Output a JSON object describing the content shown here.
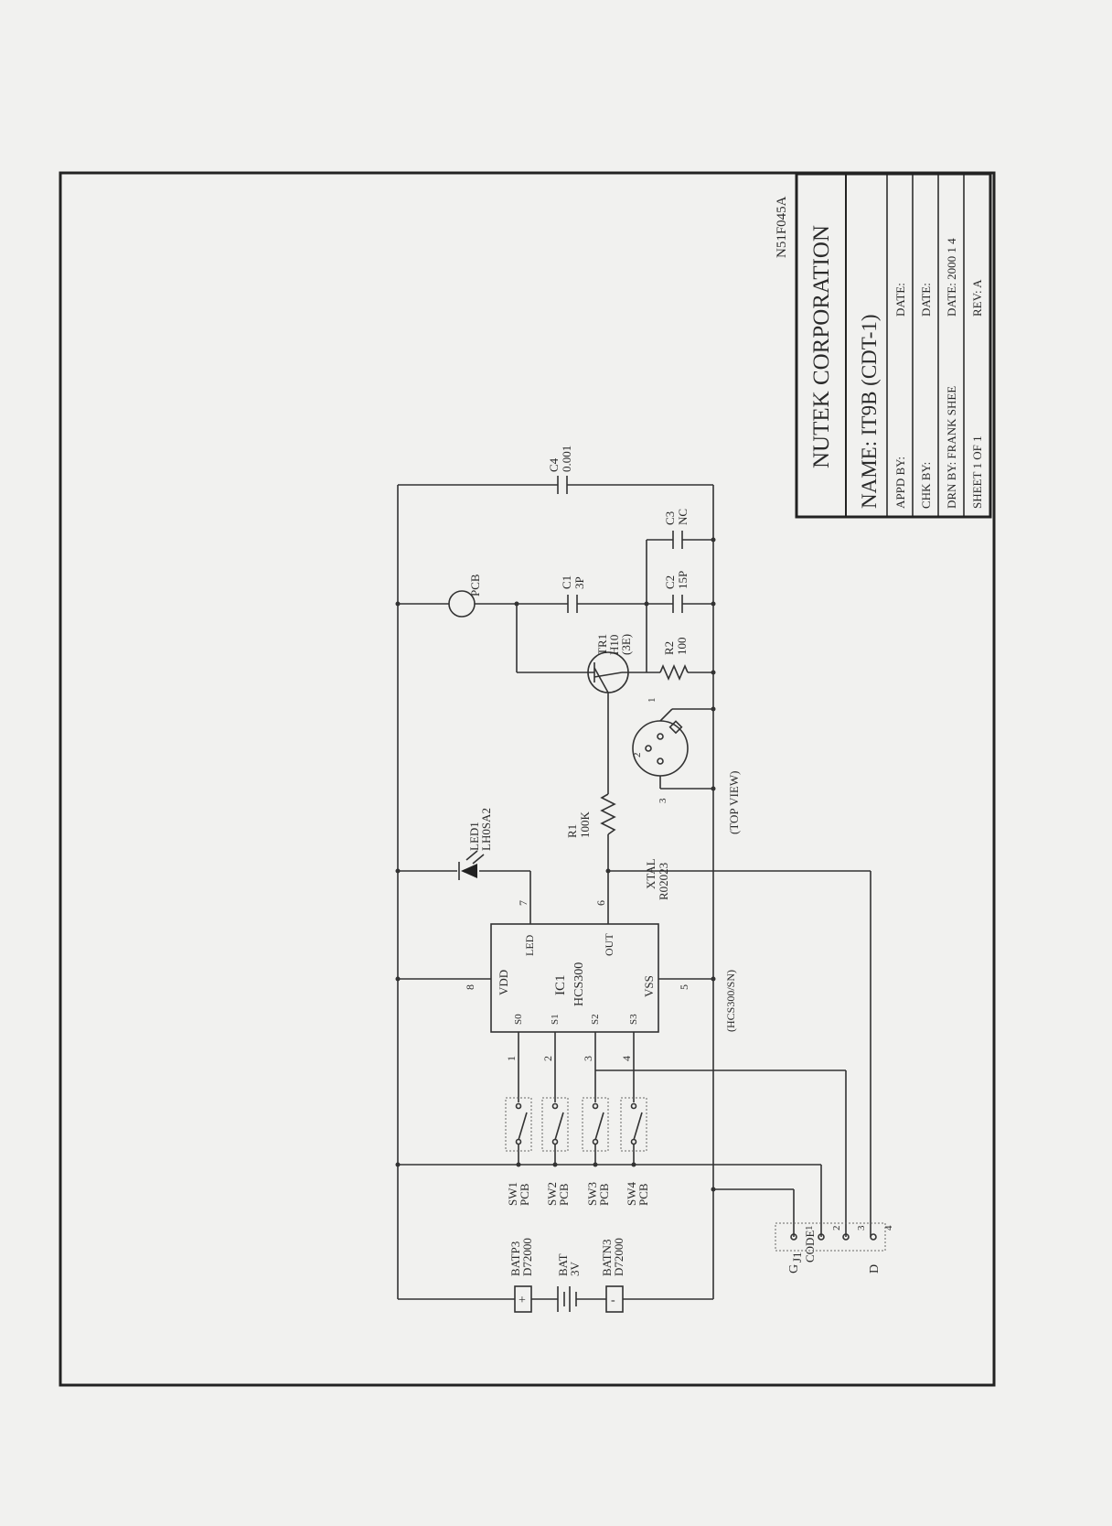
{
  "title_block": {
    "drawing_no": "N51F045A",
    "company": "NUTEK CORPORATION",
    "name": "NAME:  IT9B   (CDT-1)",
    "appd_by": "APPD BY:",
    "appd_date": "DATE:",
    "chk_by": "CHK BY:",
    "chk_date": "DATE:",
    "drn_by": "DRN BY:  FRANK SHEE",
    "drn_date": "DATE:  2000 1 4",
    "sheet": "SHEET  1    OF     1",
    "rev": "REV:    A"
  },
  "components": {
    "c4": {
      "ref": "C4",
      "value": "0.001"
    },
    "c3": {
      "ref": "C3",
      "value": "NC"
    },
    "c2": {
      "ref": "C2",
      "value": "15P"
    },
    "c1": {
      "ref": "C1",
      "value": "3P"
    },
    "pcb_antenna": "PCB",
    "tr1": {
      "ref": "TR1",
      "value": "H10",
      "extra": "(3E)"
    },
    "r2": {
      "ref": "R2",
      "value": "100"
    },
    "r1": {
      "ref": "R1",
      "value": "100K"
    },
    "xtal": {
      "ref": "XTAL",
      "value": "R02023",
      "pin1": "1",
      "pin2": "2",
      "pin3": "3",
      "note": "(TOP VIEW)"
    },
    "led1": {
      "ref": "LED1",
      "value": "LH0SA2"
    },
    "ic1": {
      "ref": "IC1",
      "value": "HCS300",
      "vdd": "VDD",
      "vss": "VSS",
      "led": "LED",
      "out": "OUT",
      "s0": "S0",
      "s1": "S1",
      "s2": "S2",
      "s3": "S3",
      "pin7": "7",
      "pin6": "6",
      "pin8": "8",
      "pin5": "5",
      "pin1": "1",
      "pin2": "2",
      "pin3": "3",
      "pin4": "4",
      "note": "(HCS300/SN)"
    },
    "switches": [
      {
        "ref": "SW1",
        "value": "PCB"
      },
      {
        "ref": "SW2",
        "value": "PCB"
      },
      {
        "ref": "SW3",
        "value": "PCB"
      },
      {
        "ref": "SW4",
        "value": "PCB"
      }
    ],
    "batp3": {
      "ref": "BATP3",
      "value": "D72000",
      "sign": "+"
    },
    "bat": {
      "ref": "BAT",
      "value": "3V"
    },
    "batn3": {
      "ref": "BATN3",
      "value": "D72000",
      "sign": "-"
    },
    "j1": {
      "ref": "J1",
      "value": "CODE",
      "pins": [
        "1",
        "2",
        "3",
        "4"
      ],
      "g": "G",
      "d": "D"
    }
  }
}
